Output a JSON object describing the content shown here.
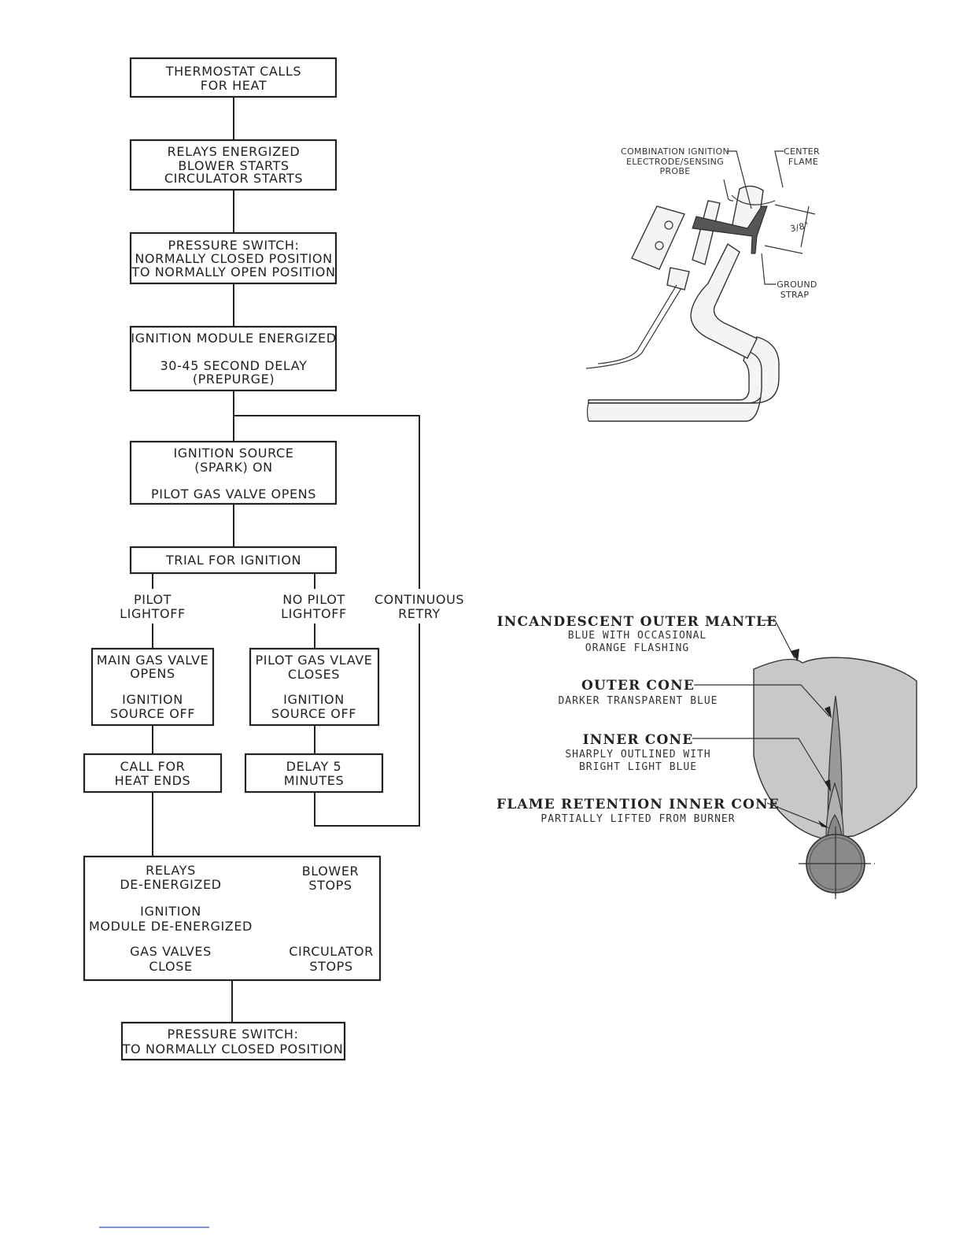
{
  "flowchart": {
    "thermostat": [
      "THERMOSTAT CALLS",
      "FOR HEAT"
    ],
    "relays": [
      "RELAYS ENERGIZED",
      "BLOWER STARTS",
      "CIRCULATOR STARTS"
    ],
    "pressure1": [
      "PRESSURE SWITCH:",
      "NORMALLY CLOSED POSITION",
      "TO NORMALLY OPEN POSITION"
    ],
    "ignition_module": [
      "IGNITION MODULE ENERGIZED",
      "30-45 SECOND DELAY",
      "(PREPURGE)"
    ],
    "ignition_source": [
      "IGNITION SOURCE",
      "(SPARK) ON",
      "PILOT GAS VALVE OPENS"
    ],
    "trial": "TRIAL FOR IGNITION",
    "pilot_lightoff": [
      "PILOT",
      "LIGHTOFF"
    ],
    "no_pilot_lightoff": [
      "NO PILOT",
      "LIGHTOFF"
    ],
    "continuous_retry": [
      "CONTINUOUS",
      "RETRY"
    ],
    "main_gas": [
      "MAIN GAS VALVE",
      "OPENS",
      "IGNITION",
      "SOURCE OFF"
    ],
    "pilot_gas_closes": [
      "PILOT GAS VLAVE",
      "CLOSES",
      "IGNITION",
      "SOURCE OFF"
    ],
    "call_ends": [
      "CALL FOR",
      "HEAT ENDS"
    ],
    "delay": [
      "DELAY 5",
      "MINUTES"
    ],
    "deenergized": {
      "relays": [
        "RELAYS",
        "DE-ENERGIZED"
      ],
      "blower": [
        "BLOWER",
        "STOPS"
      ],
      "ignition": [
        "IGNITION",
        "MODULE DE-ENERGIZED"
      ],
      "gas_valves": [
        "GAS VALVES",
        "CLOSE"
      ],
      "circulator": [
        "CIRCULATOR",
        "STOPS"
      ]
    },
    "pressure2": [
      "PRESSURE SWITCH:",
      "TO NORMALLY CLOSED POSITION"
    ]
  },
  "electrode_figure": {
    "combo_label": [
      "COMBINATION IGNITION",
      "ELECTRODE/SENSING",
      "PROBE"
    ],
    "center_flame": [
      "CENTER",
      "FLAME"
    ],
    "dimension": "3/8\"",
    "ground_strap": [
      "GROUND",
      "STRAP"
    ]
  },
  "flame_figure": {
    "outer_mantle": "INCANDESCENT OUTER MANTLE",
    "outer_mantle_desc": [
      "BLUE WITH OCCASIONAL",
      "ORANGE FLASHING"
    ],
    "outer_cone": "OUTER CONE",
    "outer_cone_desc": "DARKER TRANSPARENT BLUE",
    "inner_cone": "INNER CONE",
    "inner_cone_desc": [
      "SHARPLY OUTLINED WITH",
      "BRIGHT LIGHT BLUE"
    ],
    "retention": "FLAME RETENTION INNER CONE",
    "retention_desc": "PARTIALLY LIFTED FROM BURNER",
    "colors": {
      "mantle": "#c8c8c8",
      "cone": "#9a9a9a",
      "burner": "#8a8a8a"
    }
  }
}
